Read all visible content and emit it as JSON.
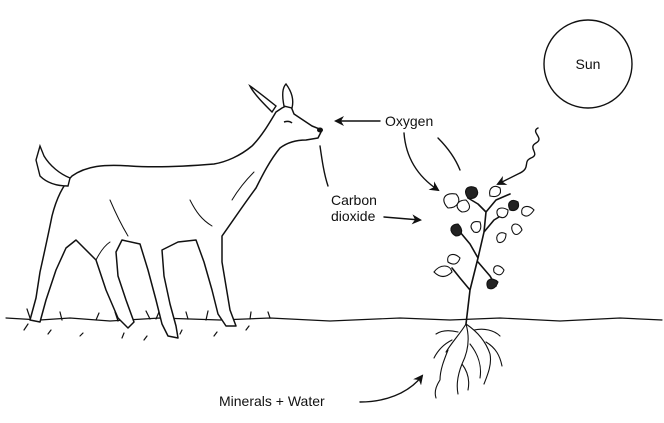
{
  "labels": {
    "sun": "Sun",
    "oxygen": "Oxygen",
    "carbon_dioxide_line1": "Carbon",
    "carbon_dioxide_line2": "dioxide",
    "minerals_water": "Minerals + Water"
  },
  "colors": {
    "ink": "#111111",
    "background": "#ffffff",
    "deer_fill": "#ffffff",
    "leaf_dark": "#222222"
  }
}
